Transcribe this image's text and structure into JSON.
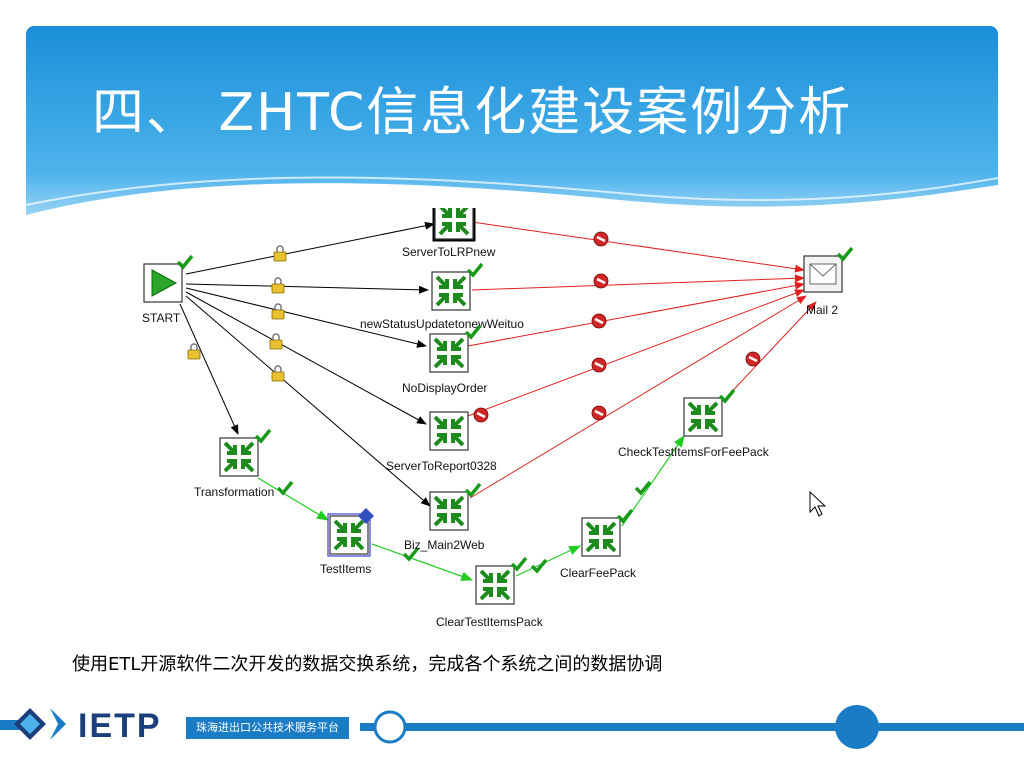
{
  "slide": {
    "title": "四、 ZHTC信息化建设案例分析",
    "caption": "使用ETL开源软件二次开发的数据交换系统，完成各个系统之间的数据协调"
  },
  "footer": {
    "brand": "IETP",
    "platform": "珠海进出口公共技术服务平台"
  },
  "colors": {
    "header_blue": "#2d9fe0",
    "success_hop": "#22cc22",
    "error_hop": "#e02020",
    "normal_hop": "#000000",
    "step_icon": "#1e8a1e"
  },
  "diagram": {
    "start": "START",
    "mail": "Mail 2",
    "steps": {
      "server_to_lrp": "ServerToLRPnew",
      "new_status": "newStatusUpdatetonewWeituo",
      "no_display": "NoDisplayOrder",
      "server_to_report": "ServerToReport0328",
      "biz_main2web": "Biz_Main2Web",
      "transformation": "Transformation",
      "test_items": "TestItems",
      "clear_test_items_pack": "ClearTestItemsPack",
      "clear_fee_pack": "ClearFeePack",
      "check_test_items": "CheckTestItemsForFeePack"
    }
  }
}
